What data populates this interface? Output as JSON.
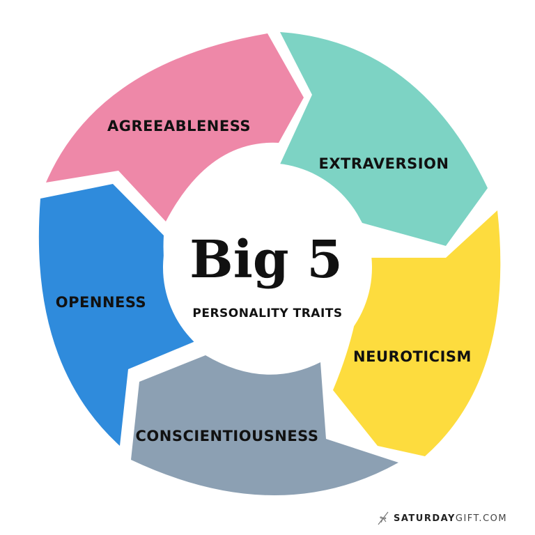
{
  "title": {
    "main": "Big 5",
    "subtitle": "PERSONALITY TRAITS"
  },
  "segments": [
    {
      "label": "AGREEABLENESS",
      "color": "#ee88a8"
    },
    {
      "label": "EXTRAVERSION",
      "color": "#7dd3c4"
    },
    {
      "label": "NEUROTICISM",
      "color": "#fddc3e"
    },
    {
      "label": "CONSCIENTIOUSNESS",
      "color": "#8ca0b3"
    },
    {
      "label": "OPENNESS",
      "color": "#2f8bdc"
    }
  ],
  "brand": {
    "icon": "gift-bow-icon",
    "name_bold": "SATURDAY",
    "name_light": "GIFT.COM"
  },
  "colors": {
    "background": "#ffffff",
    "text": "#111111"
  }
}
